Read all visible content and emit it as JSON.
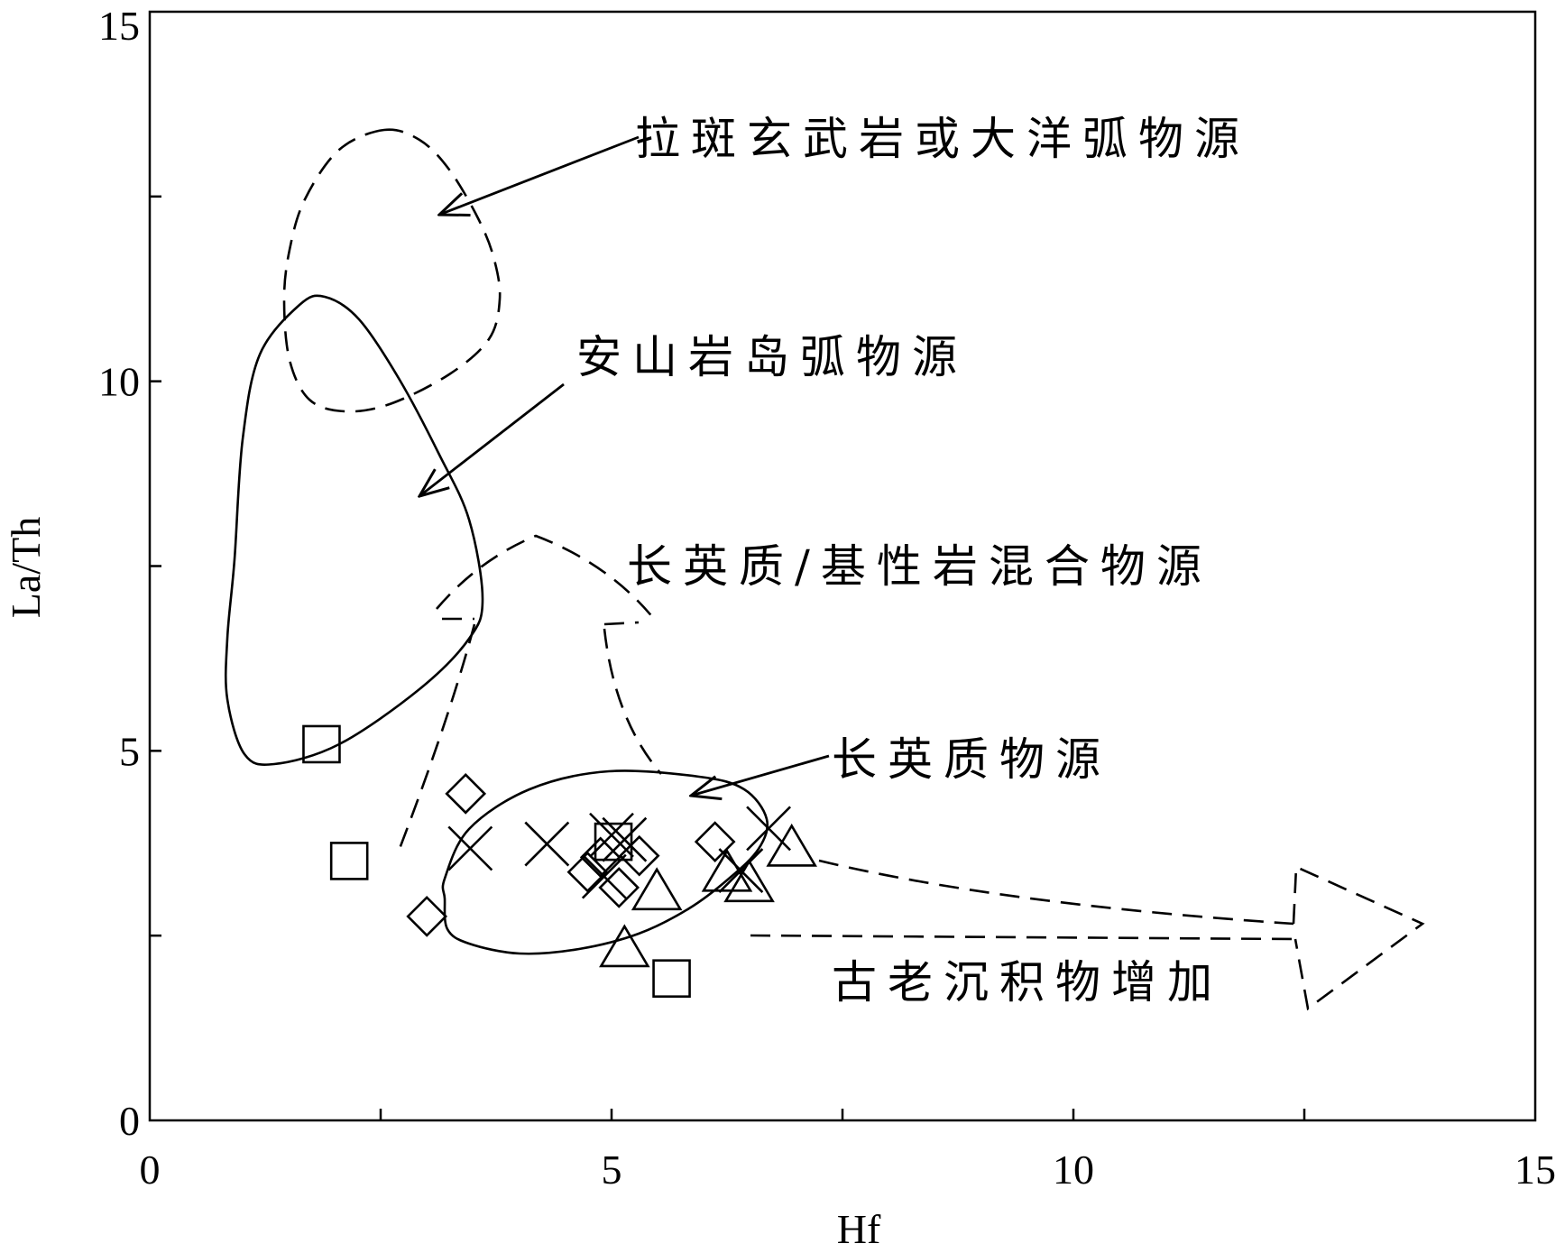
{
  "chart_data": {
    "type": "scatter",
    "xlabel": "Hf",
    "ylabel": "La/Th",
    "xlim": [
      0,
      15
    ],
    "ylim": [
      0,
      15
    ],
    "xticks": [
      0,
      5,
      10,
      15
    ],
    "yticks": [
      0,
      5,
      10,
      15
    ],
    "grid": false,
    "series": [
      {
        "marker": "square",
        "points": [
          [
            1.86,
            5.09
          ],
          [
            2.16,
            3.51
          ],
          [
            5.02,
            3.77
          ],
          [
            5.65,
            1.92
          ]
        ]
      },
      {
        "marker": "diamond",
        "points": [
          [
            3.42,
            4.42
          ],
          [
            3.0,
            2.76
          ],
          [
            4.74,
            3.36
          ],
          [
            4.88,
            3.56
          ],
          [
            5.08,
            3.15
          ],
          [
            5.3,
            3.58
          ],
          [
            6.12,
            3.77
          ]
        ]
      },
      {
        "marker": "triangle",
        "points": [
          [
            5.14,
            2.32
          ],
          [
            5.49,
            3.09
          ],
          [
            6.25,
            3.34
          ],
          [
            6.49,
            3.2
          ],
          [
            6.95,
            3.68
          ]
        ]
      },
      {
        "marker": "cross",
        "points": [
          [
            3.47,
            3.68
          ],
          [
            4.3,
            3.74
          ],
          [
            4.92,
            3.3
          ],
          [
            5.0,
            3.86
          ],
          [
            5.14,
            3.8
          ],
          [
            6.4,
            3.38
          ],
          [
            6.7,
            3.95
          ]
        ]
      }
    ],
    "annotations": [
      "拉斑玄武岩或大洋弧物源",
      "安山岩岛弧物源",
      "长英质/基性岩混合物源",
      "长英质物源",
      "古老沉积物增加"
    ]
  },
  "colors": {
    "ink": "#000000",
    "background": "#ffffff"
  }
}
